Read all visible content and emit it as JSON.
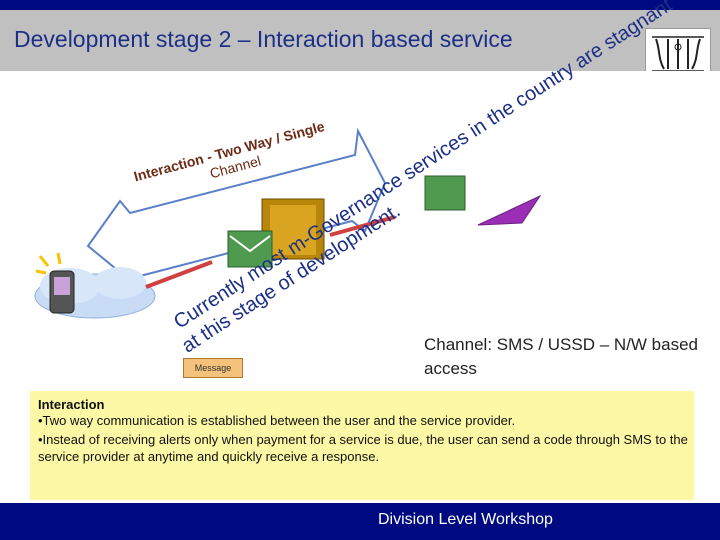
{
  "header": {
    "title": "Development stage 2 – Interaction based service",
    "logo_icon": "institution-logo-icon"
  },
  "diagram": {
    "interaction_arrow_line1": "Interaction - Two Way / Single",
    "interaction_arrow_line2": "Channel",
    "message_label": "Message",
    "stagnant_note": "services in the country are stagnant",
    "currently_line1": "Currently most m-Governance services in the country are stagnant",
    "currently_line1_prefix": "Currently most m-Governance",
    "currently_line2": "at this stage of development.",
    "channel_text": "Channel:  SMS / USSD – N/W based access",
    "icons": [
      "mobile-phone-icon",
      "cloud-icon",
      "server-icon",
      "envelope-icon",
      "red-arrow-icon",
      "purple-plane-icon"
    ]
  },
  "interaction": {
    "heading": "Interaction",
    "bullet1": "•Two way communication is established between the user and the service provider.",
    "bullet2": "•Instead of receiving alerts only when payment for a service is due, the user can send a code through SMS to the service provider at anytime and quickly receive a response."
  },
  "footer": {
    "text": "Division Level Workshop"
  },
  "colors": {
    "top_bar": "#000a80",
    "header_bg": "#c0c0c0",
    "title": "#1c2f86",
    "box_bg": "#fcf8a6"
  }
}
